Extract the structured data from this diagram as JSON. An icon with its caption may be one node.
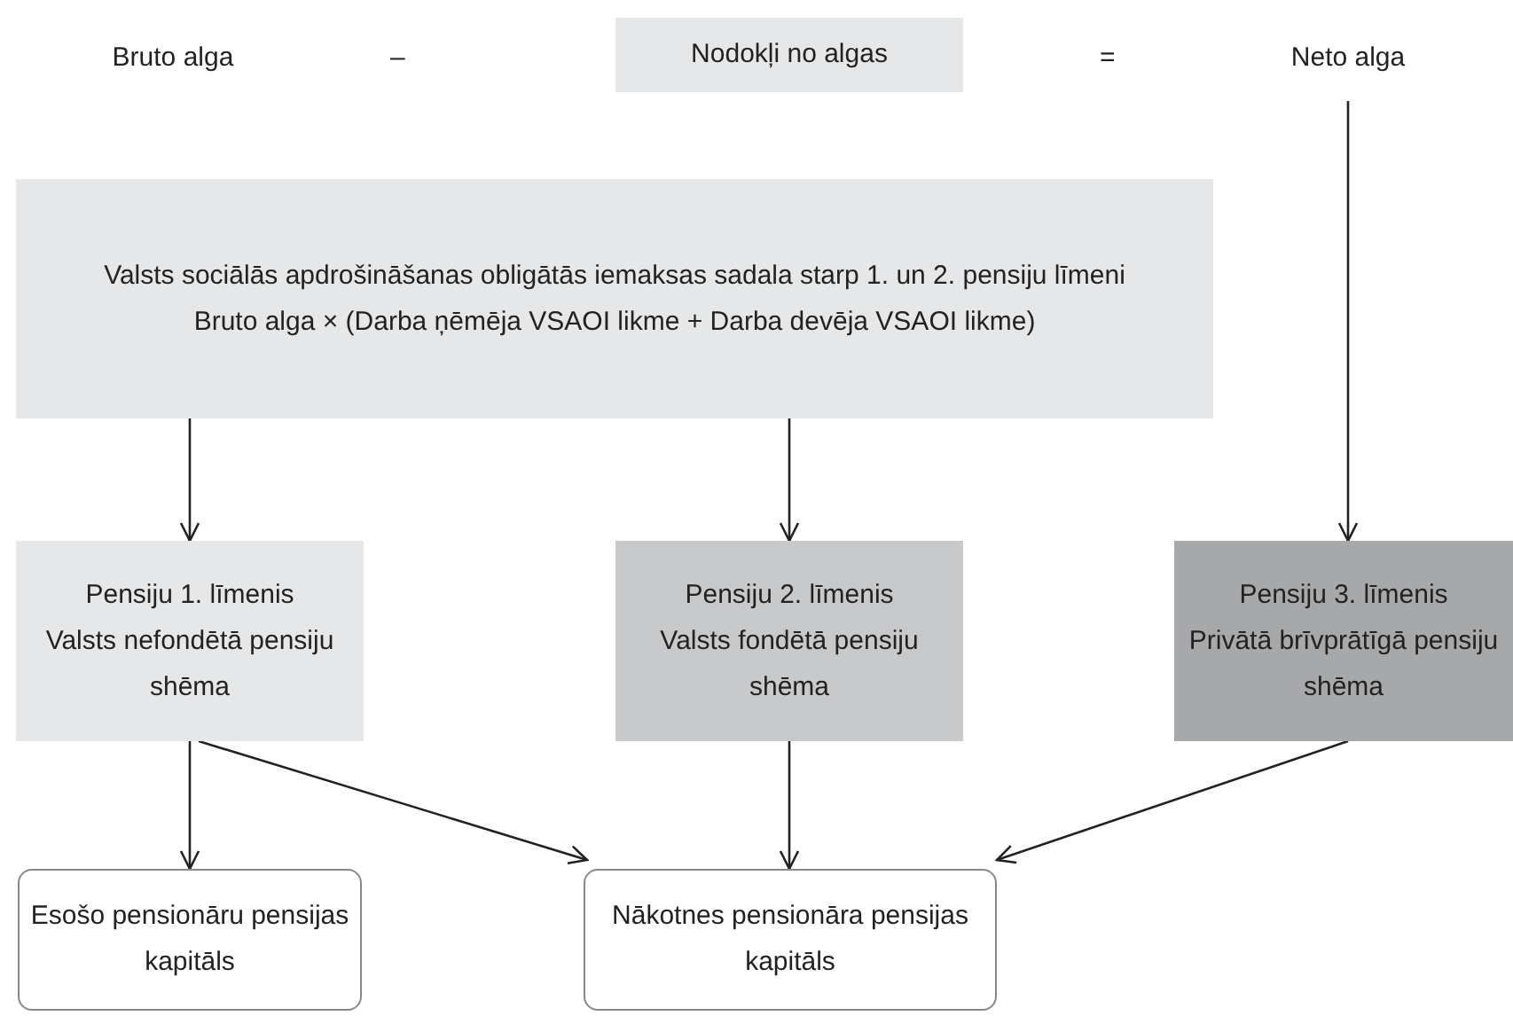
{
  "diagram": {
    "nodes": [
      {
        "text": [
          "Bruto alga"
        ]
      },
      {
        "text": [
          "Nodokļi no algas"
        ]
      },
      {
        "text": [
          "Neto alga"
        ]
      },
      {
        "text": [
          "Valsts sociālās apdrošināšanas obligātās iemaksas sadala starp 1. un 2. pensiju līmeni",
          "Bruto alga × (Darba ņēmēja VSAOI likme + Darba devēja VSAOI likme)"
        ]
      },
      {
        "text": [
          "Pensiju 1. līmenis",
          "Valsts nefondētā pensiju shēma"
        ]
      },
      {
        "text": [
          "Pensiju 2. līmenis",
          "Valsts fondētā pensiju shēma"
        ]
      },
      {
        "text": [
          "Pensiju 3. līmenis",
          "Privātā brīvprātīgā pensiju shēma"
        ]
      },
      {
        "text": [
          "Esošo pensionāru pensijas kapitāls"
        ]
      },
      {
        "text": [
          "Nākotnes pensionāra pensijas kapitāls"
        ]
      }
    ],
    "edges": [
      {
        "from": 3,
        "to": 4,
        "arrow": "to"
      },
      {
        "from": 3,
        "to": 5,
        "arrow": "to"
      },
      {
        "from": 2,
        "to": 6,
        "arrow": "to"
      },
      {
        "from": 4,
        "to": 7,
        "arrow": "to"
      },
      {
        "from": 4,
        "to": 8,
        "arrow": "to"
      },
      {
        "from": 5,
        "to": 8,
        "arrow": "to"
      },
      {
        "from": 6,
        "to": 8,
        "arrow": "to"
      }
    ],
    "labels": [
      "–",
      "="
    ]
  }
}
